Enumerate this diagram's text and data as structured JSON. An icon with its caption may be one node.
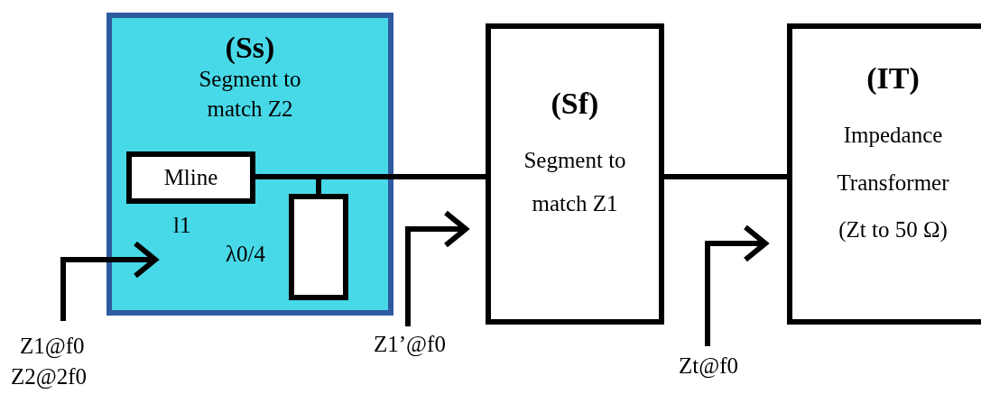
{
  "diagram": {
    "nodes": [
      {
        "text": [
          "(Ss)",
          "Segment to match Z2"
        ]
      },
      {
        "text": [
          "Mline"
        ],
        "in": 0,
        "beside": [
          "l1"
        ]
      },
      {
        "text": [],
        "shape": "box",
        "in": 0,
        "beside": [
          "λ0/4"
        ]
      },
      {
        "text": [
          "(Sf)",
          "Segment to match Z1"
        ]
      },
      {
        "text": [
          "(IT)",
          "Impedance Transformer",
          "(Zt to 50 Ω)"
        ]
      }
    ],
    "edges": [
      {
        "from": 1,
        "to": 3,
        "arrow": "none"
      },
      {
        "from": 2,
        "to": 3,
        "arrow": "none"
      },
      {
        "from": 3,
        "to": 4,
        "arrow": "none"
      }
    ],
    "labels": [
      "Z1@f0",
      "Z2@2f0",
      "Z1’@f0",
      "Zt@f0"
    ]
  }
}
